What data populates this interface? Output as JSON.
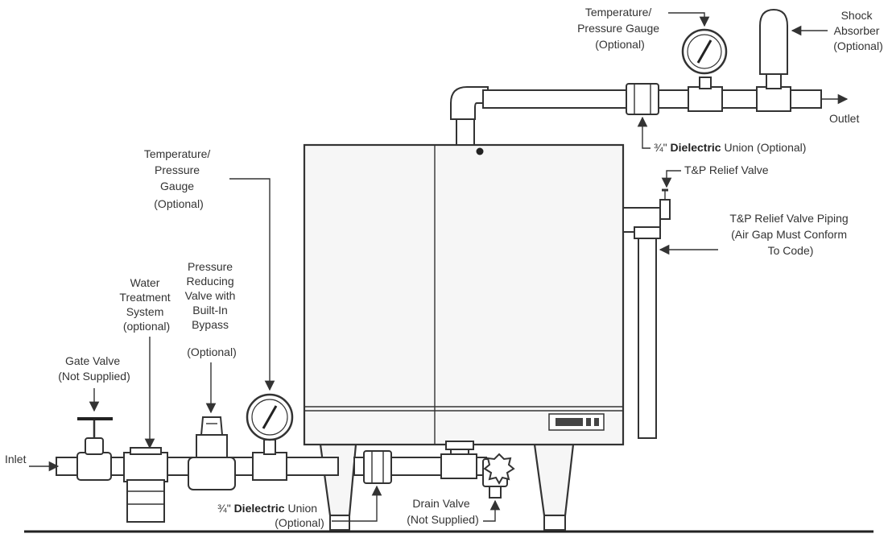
{
  "labels": {
    "inlet": "Inlet",
    "outlet": "Outlet",
    "gate_valve": [
      "Gate Valve",
      "(Not Supplied)"
    ],
    "water_treatment": [
      "Water",
      "Treatment",
      "System",
      "(optional)"
    ],
    "pressure_reducing": [
      "Pressure",
      "Reducing",
      "Valve with",
      "Built-In",
      "Bypass",
      "(Optional)"
    ],
    "temp_gauge_left": [
      "Temperature/",
      "Pressure",
      "Gauge",
      "(Optional)"
    ],
    "temp_gauge_top": [
      "Temperature/",
      "Pressure Gauge",
      "(Optional)"
    ],
    "shock_absorber": [
      "Shock",
      "Absorber",
      "(Optional)"
    ],
    "union_top": {
      "prefix": "¾\" ",
      "bold": "Dielectric",
      "suffix": " Union (Optional)"
    },
    "union_bottom": {
      "prefix": "¾\" ",
      "bold": "Dielectric",
      "suffix": " Union",
      "line2": "(Optional)"
    },
    "tp_relief_valve": "T&P Relief Valve",
    "tp_relief_piping": [
      "T&P Relief Valve Piping",
      "(Air Gap Must Conform",
      "To Code)"
    ],
    "drain_valve": [
      "Drain Valve",
      "(Not Supplied)"
    ]
  }
}
